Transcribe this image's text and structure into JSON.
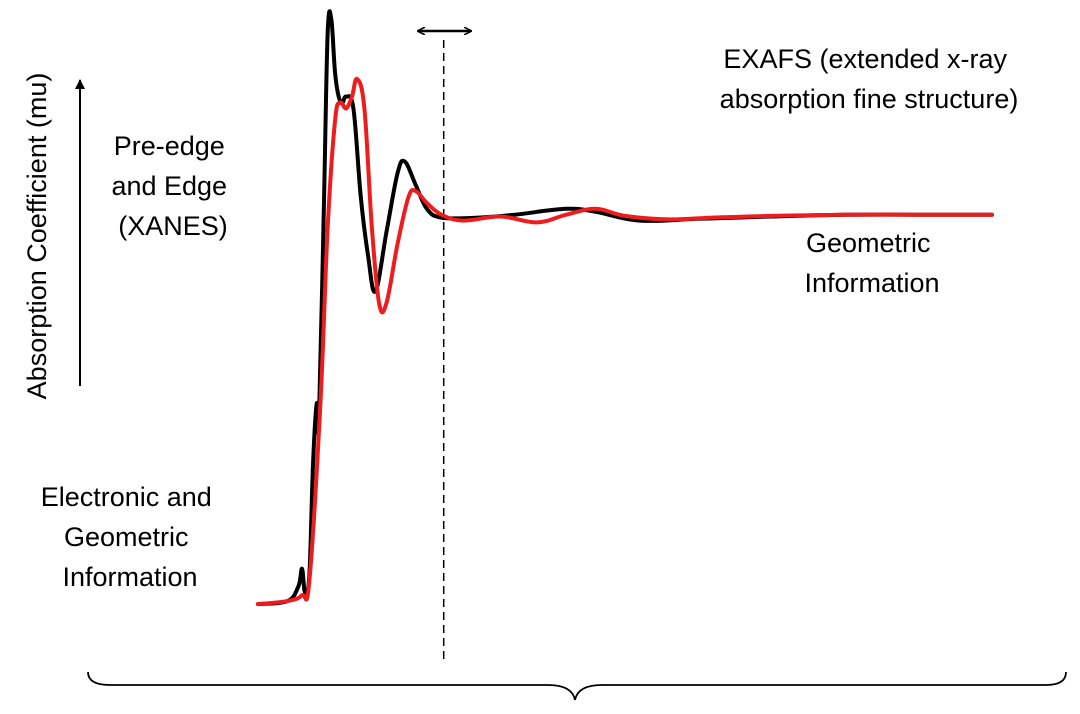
{
  "chart_data": {
    "type": "line",
    "title": "",
    "xlabel": "",
    "ylabel": "Absorption Coefficient (mu)",
    "axis_ticks": "none",
    "series": [
      {
        "color": "#000000",
        "points": [
          [
            0.0,
            0.01
          ],
          [
            0.04,
            0.015
          ],
          [
            0.055,
            0.04
          ],
          [
            0.06,
            0.07
          ],
          [
            0.064,
            0.03
          ],
          [
            0.07,
            0.06
          ],
          [
            0.075,
            0.25
          ],
          [
            0.08,
            0.35
          ],
          [
            0.083,
            0.32
          ],
          [
            0.09,
            0.7
          ],
          [
            0.095,
            0.98
          ],
          [
            0.1,
            1.0
          ],
          [
            0.105,
            0.91
          ],
          [
            0.11,
            0.87
          ],
          [
            0.115,
            0.86
          ],
          [
            0.12,
            0.87
          ],
          [
            0.13,
            0.85
          ],
          [
            0.14,
            0.7
          ],
          [
            0.15,
            0.6
          ],
          [
            0.16,
            0.54
          ],
          [
            0.175,
            0.64
          ],
          [
            0.19,
            0.74
          ],
          [
            0.2,
            0.76
          ],
          [
            0.215,
            0.72
          ],
          [
            0.23,
            0.68
          ],
          [
            0.25,
            0.665
          ],
          [
            0.3,
            0.665
          ],
          [
            0.35,
            0.67
          ],
          [
            0.42,
            0.68
          ],
          [
            0.46,
            0.675
          ],
          [
            0.52,
            0.66
          ],
          [
            0.6,
            0.663
          ],
          [
            0.7,
            0.667
          ],
          [
            0.8,
            0.67
          ],
          [
            0.9,
            0.67
          ],
          [
            1.0,
            0.67
          ]
        ]
      },
      {
        "color": "#ee1c1c",
        "points": [
          [
            0.0,
            0.01
          ],
          [
            0.04,
            0.015
          ],
          [
            0.06,
            0.025
          ],
          [
            0.07,
            0.05
          ],
          [
            0.085,
            0.35
          ],
          [
            0.095,
            0.65
          ],
          [
            0.105,
            0.83
          ],
          [
            0.112,
            0.86
          ],
          [
            0.12,
            0.85
          ],
          [
            0.128,
            0.87
          ],
          [
            0.135,
            0.9
          ],
          [
            0.145,
            0.85
          ],
          [
            0.155,
            0.65
          ],
          [
            0.165,
            0.52
          ],
          [
            0.175,
            0.52
          ],
          [
            0.19,
            0.62
          ],
          [
            0.205,
            0.7
          ],
          [
            0.215,
            0.71
          ],
          [
            0.23,
            0.69
          ],
          [
            0.25,
            0.67
          ],
          [
            0.28,
            0.66
          ],
          [
            0.33,
            0.667
          ],
          [
            0.38,
            0.657
          ],
          [
            0.42,
            0.67
          ],
          [
            0.46,
            0.68
          ],
          [
            0.5,
            0.668
          ],
          [
            0.56,
            0.662
          ],
          [
            0.62,
            0.665
          ],
          [
            0.7,
            0.668
          ],
          [
            0.8,
            0.67
          ],
          [
            0.9,
            0.67
          ],
          [
            1.0,
            0.67
          ]
        ]
      }
    ],
    "annotations": {
      "pre_edge_lines": [
        "Pre-edge",
        "and Edge",
        "(XANES)"
      ],
      "exafs_lines": [
        "EXAFS (extended x-ray",
        "absorption fine structure)"
      ],
      "geometric_lines": [
        "Geometric",
        "Information"
      ],
      "electronic_lines": [
        "Electronic and",
        "Geometric",
        "Information"
      ]
    },
    "markers": {
      "boundary_x": 0.253,
      "boundary_style": "dashed vertical line",
      "double_arrow": "horizontal double-headed arrow above boundary",
      "ylabel_arrow": "upward arrow beside y label",
      "bottom_brace": "curly brace spanning the full spectrum"
    }
  }
}
